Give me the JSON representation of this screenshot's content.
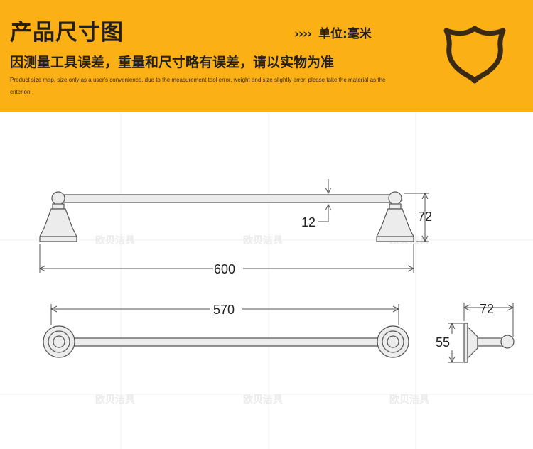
{
  "header": {
    "title": "产品尺寸图",
    "unit_arrows": "››››",
    "unit_text": "单位:毫米",
    "subtitle": "因测量工具误差，重量和尺寸略有误差，请以实物为准",
    "english_note": "Product size map, size only as a user's convenience, due to the measurement tool error, weight and size slightly error, please take the material as the criterion."
  },
  "icons": {
    "badge": "shield-icon"
  },
  "watermark": "欧贝洁具",
  "dimensions": {
    "tube_diameter": "12",
    "height": "72",
    "overall_length": "600",
    "bar_length": "570",
    "side_depth": "72",
    "base_height": "55"
  },
  "colors": {
    "header_bg": "#fbb116",
    "text_dark": "#231f1c",
    "shield_stroke": "#3a2a14",
    "line": "#555555",
    "metal": "#ececec"
  }
}
